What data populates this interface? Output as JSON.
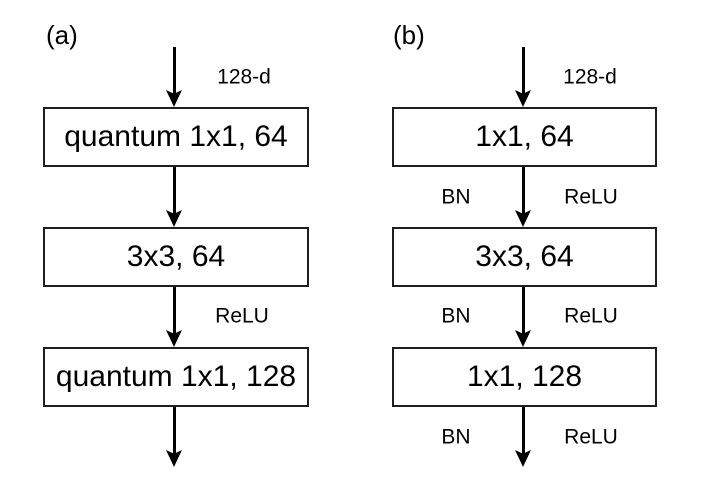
{
  "figure": {
    "panel_a": {
      "label": "(a)",
      "input_dim_label": "128-d",
      "boxes": [
        "quantum 1x1, 64",
        "3x3, 64",
        "quantum 1x1, 128"
      ],
      "relu_label": "ReLU"
    },
    "panel_b": {
      "label": "(b)",
      "input_dim_label": "128-d",
      "boxes": [
        "1x1, 64",
        "3x3, 64",
        "1x1, 128"
      ],
      "bn_label": "BN",
      "relu_label": "ReLU"
    },
    "colors": {
      "background": "#ffffff",
      "stroke": "#000000",
      "box_border": "#1f1f1f",
      "text": "#000000"
    }
  }
}
